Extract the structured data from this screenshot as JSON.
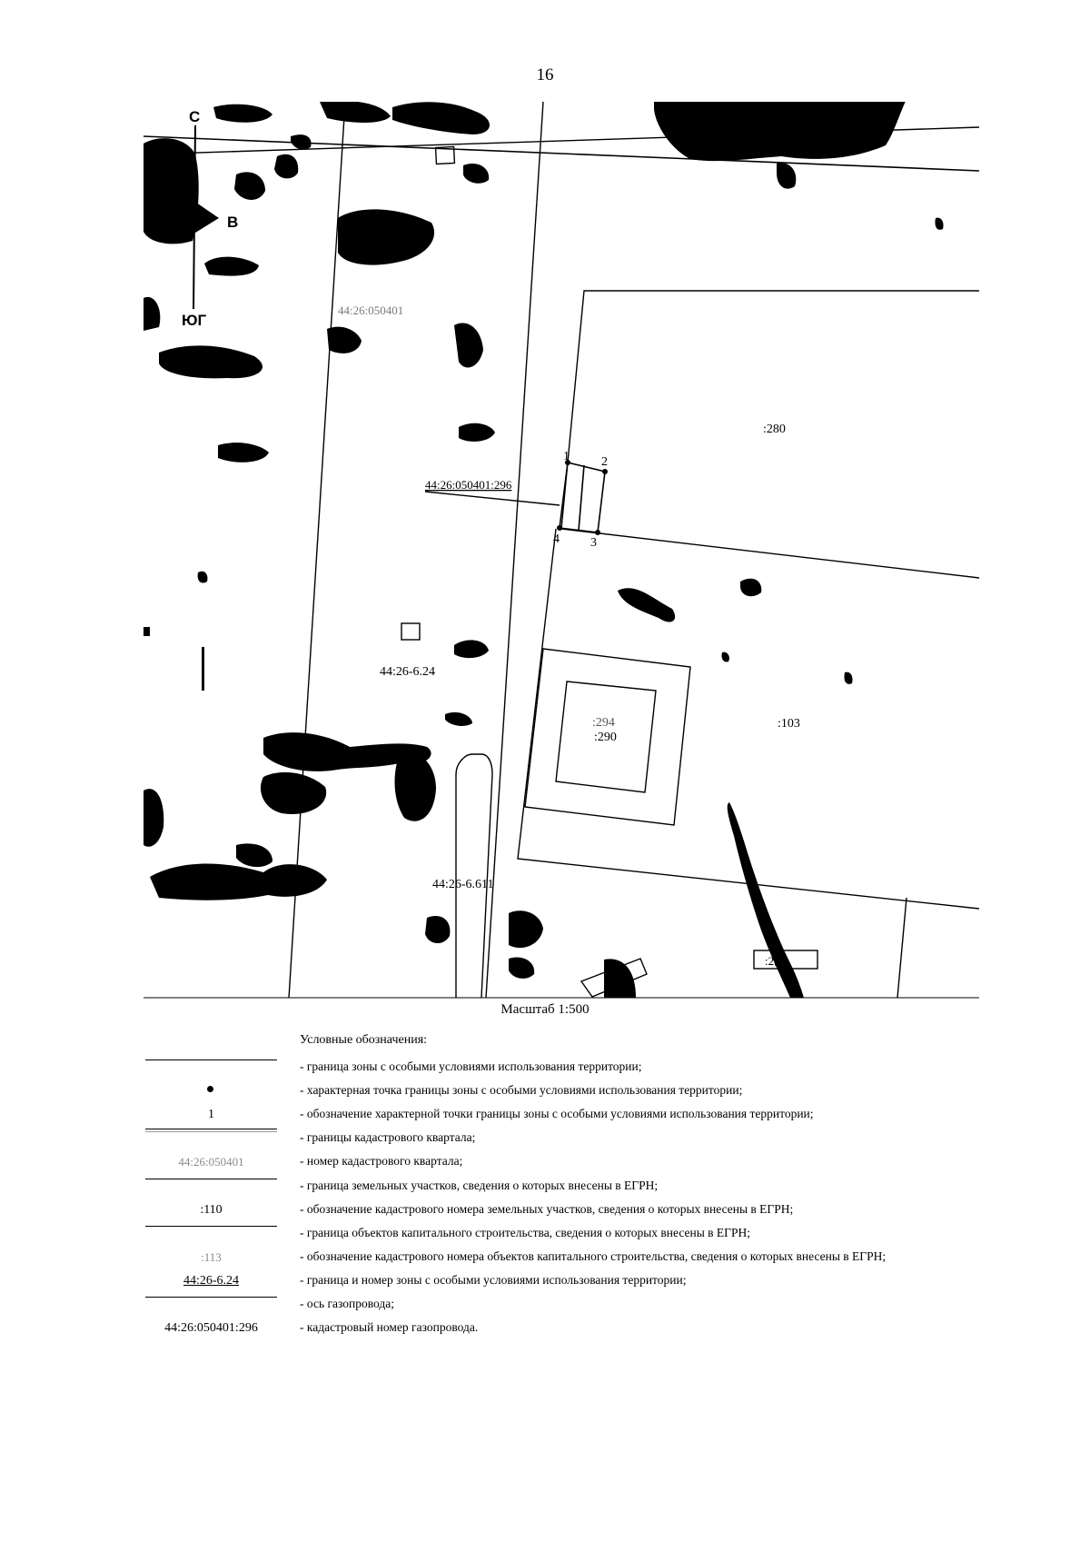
{
  "page_number": "16",
  "map": {
    "compass": {
      "north": "С",
      "east": "В",
      "south": "ЮГ"
    },
    "labels": {
      "quarter": "44:26:050401",
      "gas_pipeline": "44:26:050401:296",
      "parcel_280": ":280",
      "parcel_103": ":103",
      "building_294": ":294",
      "building_290": ":290",
      "zone_624": "44:26-6.24",
      "zone_6611": "44:26-6.611",
      "parcel_bottom": ":2(2)"
    },
    "points": [
      "1",
      "2",
      "3",
      "4"
    ]
  },
  "scale": "Масштаб 1:500",
  "legend": {
    "title": "Условные обозначения:",
    "items": [
      {
        "symbol_type": "line",
        "symbol_text": "",
        "text": "- граница зоны с особыми условиями использования территории;"
      },
      {
        "symbol_type": "dot",
        "symbol_text": "",
        "text": "- характерная точка границы зоны с особыми условиями использования территории;"
      },
      {
        "symbol_type": "text",
        "symbol_text": "1",
        "text": "- обозначение характерной точки границы зоны с особыми условиями использования территории;"
      },
      {
        "symbol_type": "double-line",
        "symbol_text": "",
        "text": "- границы кадастрового квартала;"
      },
      {
        "symbol_type": "gray-text",
        "symbol_text": "44:26:050401",
        "text": "- номер кадастрового квартала;"
      },
      {
        "symbol_type": "line",
        "symbol_text": "",
        "text": "- граница земельных участков, сведения о которых внесены в ЕГРН;"
      },
      {
        "symbol_type": "text",
        "symbol_text": ":110",
        "text": "- обозначение кадастрового номера земельных участков, сведения о которых внесены в ЕГРН;"
      },
      {
        "symbol_type": "line",
        "symbol_text": "",
        "text": "- граница объектов капитального строительства, сведения о которых внесены в ЕГРН;"
      },
      {
        "symbol_type": "gray-text",
        "symbol_text": ":113",
        "text": "- обозначение кадастрового номера объектов капитального строительства, сведения о которых внесены в ЕГРН;"
      },
      {
        "symbol_type": "under-text",
        "symbol_text": "44:26-6.24",
        "text": "- граница и номер зоны с особыми условиями использования территории;"
      },
      {
        "symbol_type": "line",
        "symbol_text": "",
        "text": "- ось газопровода;"
      },
      {
        "symbol_type": "text",
        "symbol_text": "44:26:050401:296",
        "text": "- кадастровый номер газопровода."
      }
    ]
  }
}
